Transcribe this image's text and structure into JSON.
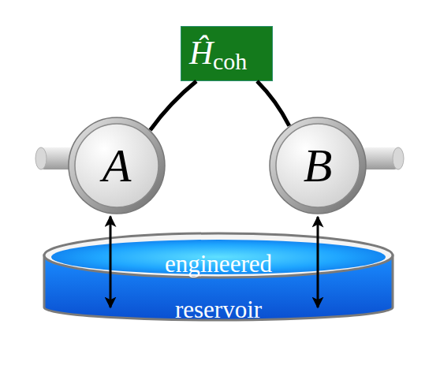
{
  "diagram": {
    "nodes": [
      {
        "text": [
          "Ĥ",
          "coh"
        ]
      },
      {
        "text": [
          "A"
        ]
      },
      {
        "text": [
          "B"
        ]
      },
      {
        "text": [
          "engineered reservoir"
        ]
      }
    ],
    "edges": [
      {
        "from": 0,
        "to": 1,
        "arrow": "none"
      },
      {
        "from": 0,
        "to": 2,
        "arrow": "none"
      },
      {
        "from": 1,
        "to": 3,
        "arrow": "both"
      },
      {
        "from": 2,
        "to": 3,
        "arrow": "both"
      }
    ]
  }
}
